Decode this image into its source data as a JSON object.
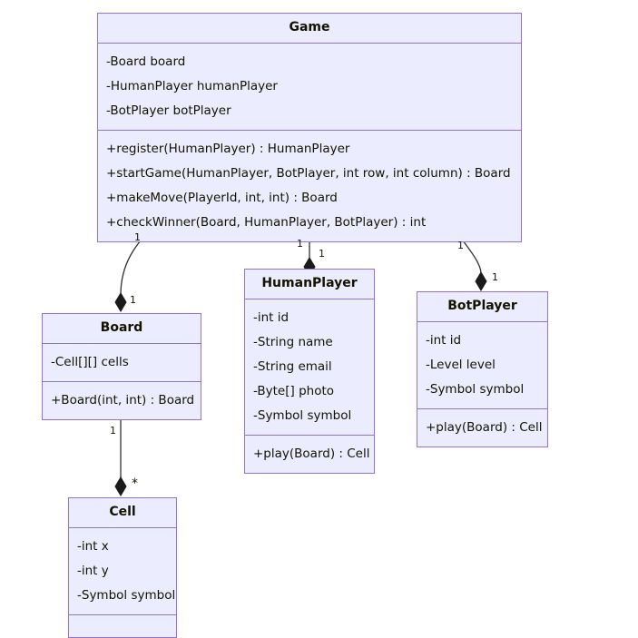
{
  "diagram": {
    "type": "uml-class-diagram",
    "background_color": "#ffffff",
    "box_fill_color": "#ececff",
    "box_border_color": "#9370db",
    "text_color": "#131300",
    "edge_color": "#333333"
  },
  "classes": {
    "game": {
      "name": "Game",
      "attributes": [
        "-Board board",
        "-HumanPlayer humanPlayer",
        "-BotPlayer botPlayer"
      ],
      "methods": [
        "+register(HumanPlayer) : HumanPlayer",
        "+startGame(HumanPlayer, BotPlayer, int row, int column) : Board",
        "+makeMove(PlayerId, int, int) : Board",
        "+checkWinner(Board, HumanPlayer, BotPlayer) : int"
      ]
    },
    "board": {
      "name": "Board",
      "attributes": [
        "-Cell[][] cells"
      ],
      "methods": [
        "+Board(int, int) : Board"
      ]
    },
    "human_player": {
      "name": "HumanPlayer",
      "attributes": [
        "-int id",
        "-String name",
        "-String email",
        "-Byte[] photo",
        "-Symbol symbol"
      ],
      "methods": [
        "+play(Board) : Cell"
      ]
    },
    "bot_player": {
      "name": "BotPlayer",
      "attributes": [
        "-int id",
        "-Level level",
        "-Symbol symbol"
      ],
      "methods": [
        "+play(Board) : Cell"
      ]
    },
    "cell": {
      "name": "Cell",
      "attributes": [
        "-int x",
        "-int y",
        "-Symbol symbol"
      ],
      "methods": []
    }
  },
  "relations": [
    {
      "id": "game-board",
      "from": "Game",
      "to": "Board",
      "kind": "composition",
      "source_multiplicity": "1",
      "target_multiplicity": "1"
    },
    {
      "id": "game-humanplayer",
      "from": "Game",
      "to": "HumanPlayer",
      "kind": "composition",
      "source_multiplicity": "1",
      "target_multiplicity": "1"
    },
    {
      "id": "game-botplayer",
      "from": "Game",
      "to": "BotPlayer",
      "kind": "composition",
      "source_multiplicity": "1",
      "target_multiplicity": "1"
    },
    {
      "id": "board-cell",
      "from": "Board",
      "to": "Cell",
      "kind": "composition",
      "source_multiplicity": "1",
      "target_multiplicity": "*"
    }
  ]
}
